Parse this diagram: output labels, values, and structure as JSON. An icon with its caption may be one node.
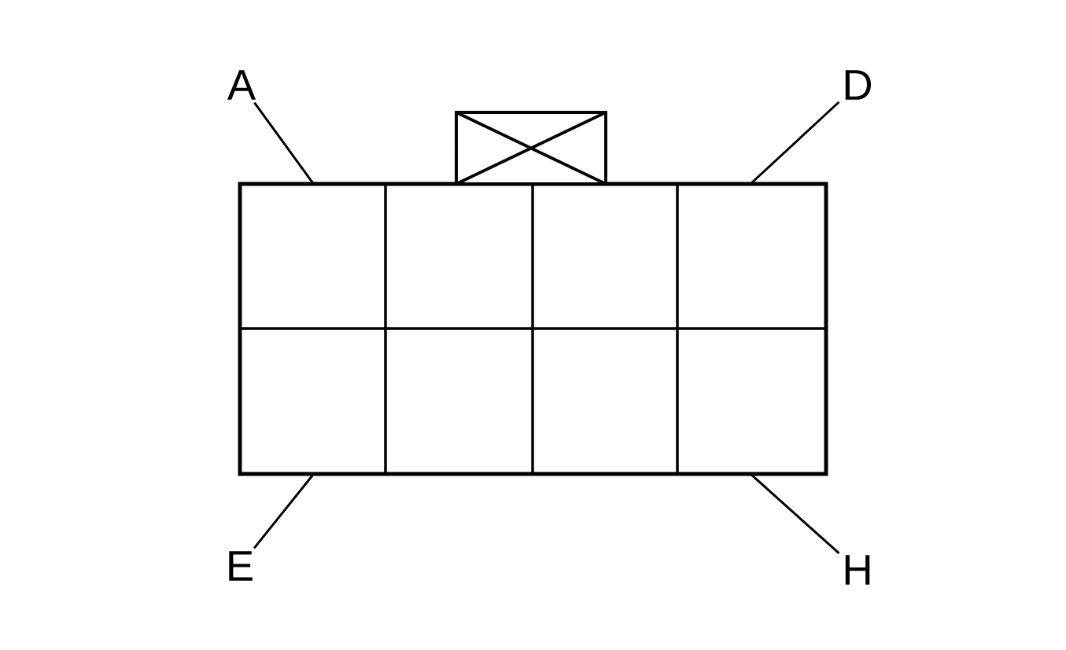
{
  "diagram": {
    "nodes": [
      {
        "text": [
          "A"
        ]
      },
      {
        "text": [
          "D"
        ]
      },
      {
        "text": [],
        "shape": "box"
      },
      {
        "text": [],
        "shape": "box"
      },
      {
        "text": [],
        "shape": "box"
      },
      {
        "text": [],
        "shape": "box"
      },
      {
        "text": [],
        "shape": "box"
      },
      {
        "text": [],
        "shape": "box"
      },
      {
        "text": [],
        "shape": "box"
      },
      {
        "text": [],
        "shape": "box"
      },
      {
        "text": [
          "E"
        ]
      },
      {
        "text": [
          "H"
        ]
      }
    ],
    "edges": [
      {
        "from": 0,
        "to": 2,
        "arrow": "none"
      },
      {
        "from": 1,
        "to": 5,
        "arrow": "none"
      },
      {
        "from": 10,
        "to": 6,
        "arrow": "none"
      },
      {
        "from": 11,
        "to": 9,
        "arrow": "none"
      }
    ]
  }
}
